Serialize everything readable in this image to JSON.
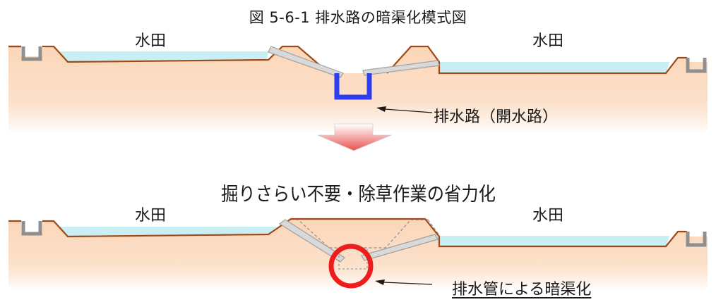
{
  "title": "図 5-6-1 排水路の暗渠化模式図",
  "subtitle": "掘りさらい不要・除草作業の省力化",
  "top_diagram": {
    "field_left": "水田",
    "field_right": "水田",
    "callout": "排水路（開水路）"
  },
  "bottom_diagram": {
    "field_left": "水田",
    "field_right": "水田",
    "callout": "排水管による暗渠化"
  },
  "colors": {
    "soil": "#fbd6b8",
    "soil_fade": "#ffffff",
    "ground_line": "#9e4a18",
    "water": "#c9eef3",
    "open_channel": "#2f3df0",
    "pipe_ring": "#ee1c1c",
    "concrete_drain": "#8f8f8f",
    "arrow": "#e8514f"
  }
}
